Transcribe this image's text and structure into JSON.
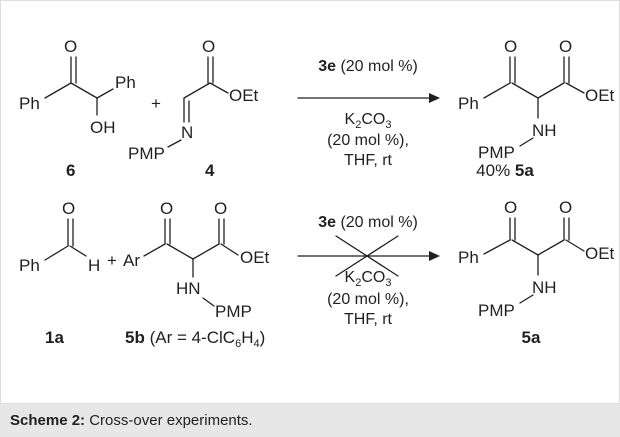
{
  "figure": {
    "background": "#ffffff",
    "frame_color": "#dddddd"
  },
  "caption": {
    "label": "Scheme 2:",
    "text": " Cross-over experiments.",
    "background": "#e7e7e7"
  },
  "atoms": {
    "O": "O",
    "OH": "OH",
    "Ph": "Ph",
    "N": "N",
    "NH": "NH",
    "HN": "HN",
    "PMP": "PMP",
    "OEt": "OEt",
    "H": "H",
    "Ar": "Ar",
    "plus": "+"
  },
  "reaction1": {
    "catalyst_num": "3e",
    "catalyst_loading": " (20 mol %)",
    "base_main": "K",
    "base_sub1": "2",
    "base_mid": "CO",
    "base_sub2": "3",
    "base_loading": "(20 mol %),",
    "solvent": "THF, rt",
    "label_reactant1": "6",
    "label_reactant2": "4",
    "yield": "40% ",
    "label_product": "5a"
  },
  "reaction2": {
    "catalyst_num": "3e",
    "catalyst_loading": " (20 mol %)",
    "base_main": "K",
    "base_sub1": "2",
    "base_mid": "CO",
    "base_sub2": "3",
    "base_loading": "(20 mol %),",
    "solvent": "THF, rt",
    "label_reactant1": "1a",
    "label_reactant2": "5b",
    "label_reactant2_note_a": " (Ar = 4-ClC",
    "label_reactant2_note_sub": "6",
    "label_reactant2_note_b": "H",
    "label_reactant2_note_sub2": "4",
    "label_reactant2_note_c": ")",
    "label_product": "5a"
  }
}
